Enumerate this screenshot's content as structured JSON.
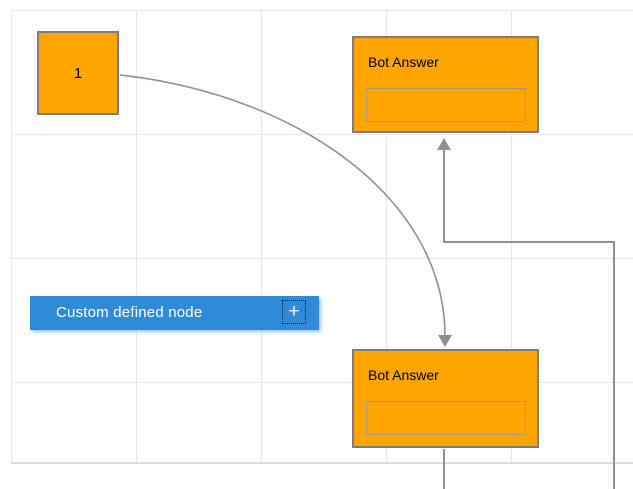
{
  "diagram": {
    "colors": {
      "node_fill": "#ffa500",
      "node_stroke": "#7d7d7d",
      "custom_node_fill": "#2d8bd8",
      "custom_node_text": "#ffffff",
      "connector": "#909090",
      "grid_line": "#e8e8e8"
    },
    "nodes": {
      "start_node": {
        "label": "1"
      },
      "bot_answer_top": {
        "title": "Bot Answer"
      },
      "bot_answer_bottom": {
        "title": "Bot Answer"
      },
      "custom_node": {
        "label": "Custom defined node",
        "add_button_glyph": "+"
      }
    }
  }
}
